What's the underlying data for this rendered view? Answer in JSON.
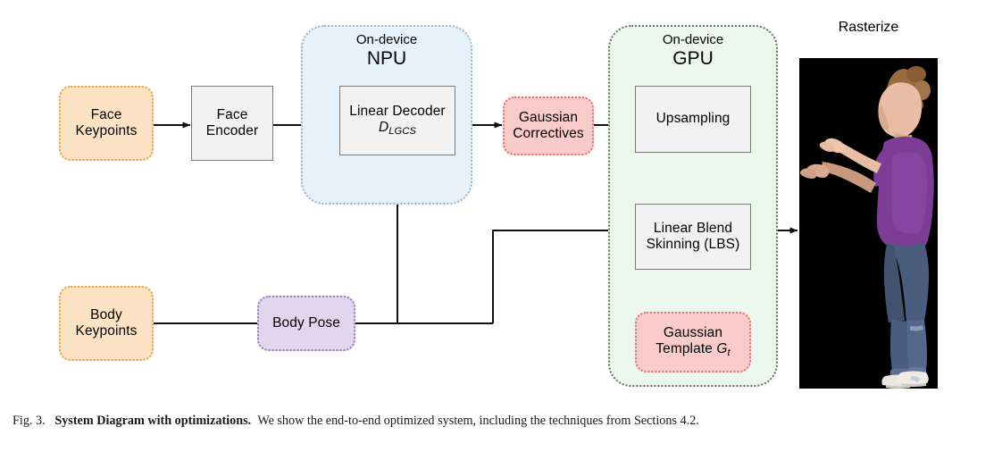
{
  "figure": {
    "nodes": {
      "face_keypoints": "Face\nKeypoints",
      "face_keypoints_l1": "Face",
      "face_keypoints_l2": "Keypoints",
      "face_encoder_l1": "Face",
      "face_encoder_l2": "Encoder",
      "linear_decoder_l1": "Linear Decoder",
      "linear_decoder_sym": "D",
      "linear_decoder_sub": "LGCS",
      "gaussian_correctives_l1": "Gaussian",
      "gaussian_correctives_l2": "Correctives",
      "upsampling": "Upsampling",
      "lbs_l1": "Linear Blend",
      "lbs_l2": "Skinning (LBS)",
      "gaussian_template_l1": "Gaussian",
      "gaussian_template_l2": "Template ",
      "gaussian_template_sym": "G",
      "gaussian_template_sub": "t",
      "body_keypoints_l1": "Body",
      "body_keypoints_l2": "Keypoints",
      "body_pose": "Body Pose"
    },
    "groups": {
      "npu_small": "On-device",
      "npu_big": "NPU",
      "gpu_small": "On-device",
      "gpu_big": "GPU"
    },
    "raster": {
      "title": "Rasterize"
    },
    "colors": {
      "input_fill": "#fde3c4",
      "input_border": "#e8a33d",
      "process_fill": "#f2f2f2",
      "process_border": "#7a7a7a",
      "data_pink_fill": "#f9ccc9",
      "data_pink_border": "#e8736a",
      "pose_fill": "#e2d5ee",
      "pose_border": "#9a7bc0",
      "npu_fill": "#e8f2fb",
      "npu_border": "#9ab6cf",
      "gpu_fill": "#ecf8ed",
      "gpu_border": "#6e6e6e",
      "arrow": "#111111",
      "raster_bg": "#000000",
      "shirt": "#7d3d97",
      "jeans": "#4a5d7e",
      "skin": "#e8bfa4",
      "hair": "#9a6b3f",
      "shoe": "#e9e6de"
    }
  },
  "caption": {
    "prefix": "Fig. 3.",
    "bold": "System Diagram with optimizations.",
    "rest": "We show the end-to-end optimized system, including the techniques from Sections 4.2."
  }
}
